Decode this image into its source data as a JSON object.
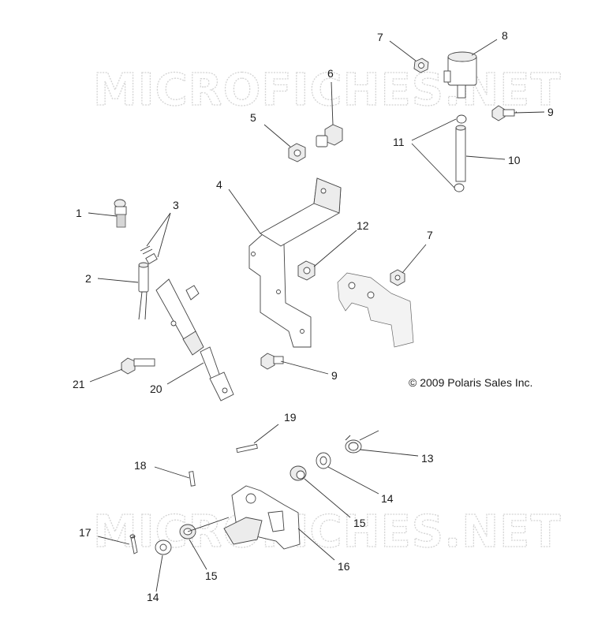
{
  "watermark_top": "MICROFICHES.NET",
  "watermark_bottom": "MICROFICHES.NET",
  "copyright": "© 2009 Polaris Sales Inc.",
  "callouts": {
    "c1": "1",
    "c2": "2",
    "c3": "3",
    "c4": "4",
    "c5": "5",
    "c6": "6",
    "c7a": "7",
    "c7b": "7",
    "c8": "8",
    "c9a": "9",
    "c9b": "9",
    "c10": "10",
    "c11": "11",
    "c12": "12",
    "c13": "13",
    "c14a": "14",
    "c14b": "14",
    "c15a": "15",
    "c15b": "15",
    "c16": "16",
    "c17": "17",
    "c18": "18",
    "c19": "19",
    "c20": "20",
    "c21": "21"
  }
}
